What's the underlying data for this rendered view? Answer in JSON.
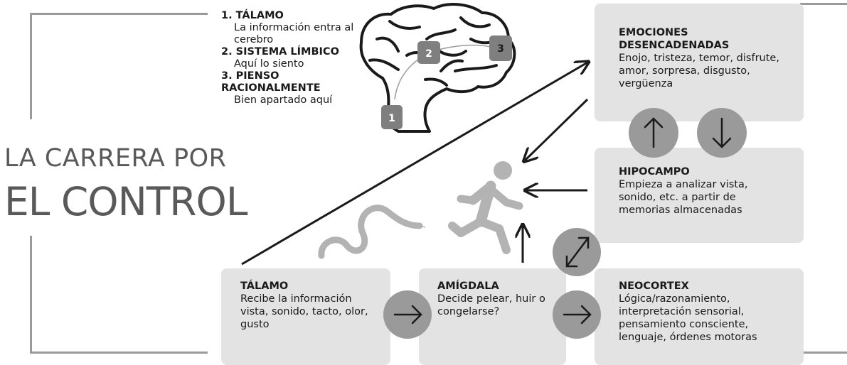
{
  "title": {
    "line1": "LA CARRERA POR",
    "line2": "EL CONTROL"
  },
  "legend": [
    {
      "head": "1. TÁLAMO",
      "desc": "La información entra al cerebro"
    },
    {
      "head": "2. SISTEMA LÍMBICO",
      "desc": "Aquí lo siento"
    },
    {
      "head": "3. PIENSO RACIONALMENTE",
      "desc": "Bien apartado aquí"
    }
  ],
  "brain_markers": [
    "1",
    "2",
    "3"
  ],
  "boxes": {
    "emociones": {
      "title": "EMOCIONES DESENCADENADAS",
      "text": "Enojo, tristeza, temor, disfrute, amor, sorpresa, disgusto, vergüenza"
    },
    "hipocampo": {
      "title": "HIPOCAMPO",
      "text": "Empieza a analizar vista, sonido, etc. a partir de memorias almacenadas"
    },
    "talamo": {
      "title": "TÁLAMO",
      "text": "Recibe la información vista, sonido, tacto, olor, gusto"
    },
    "amigdala": {
      "title": "AMÍGDALA",
      "text": "Decide pelear, huir o congelarse?"
    },
    "neocortex": {
      "title": "NEOCORTEX",
      "text": "Lógica/razonamiento, interpretación sensorial, pensamiento consciente, lenguaje, órdenes motoras"
    }
  },
  "icons": [
    "brain-icon",
    "runner-icon",
    "snake-icon",
    "arrow-right-icon",
    "arrow-up-icon",
    "arrow-down-icon",
    "double-arrow-icon"
  ],
  "colors": {
    "box": "#e3e3e3",
    "circle": "#9a9a9a",
    "title": "#595959",
    "marker": "#7f7f7f"
  }
}
